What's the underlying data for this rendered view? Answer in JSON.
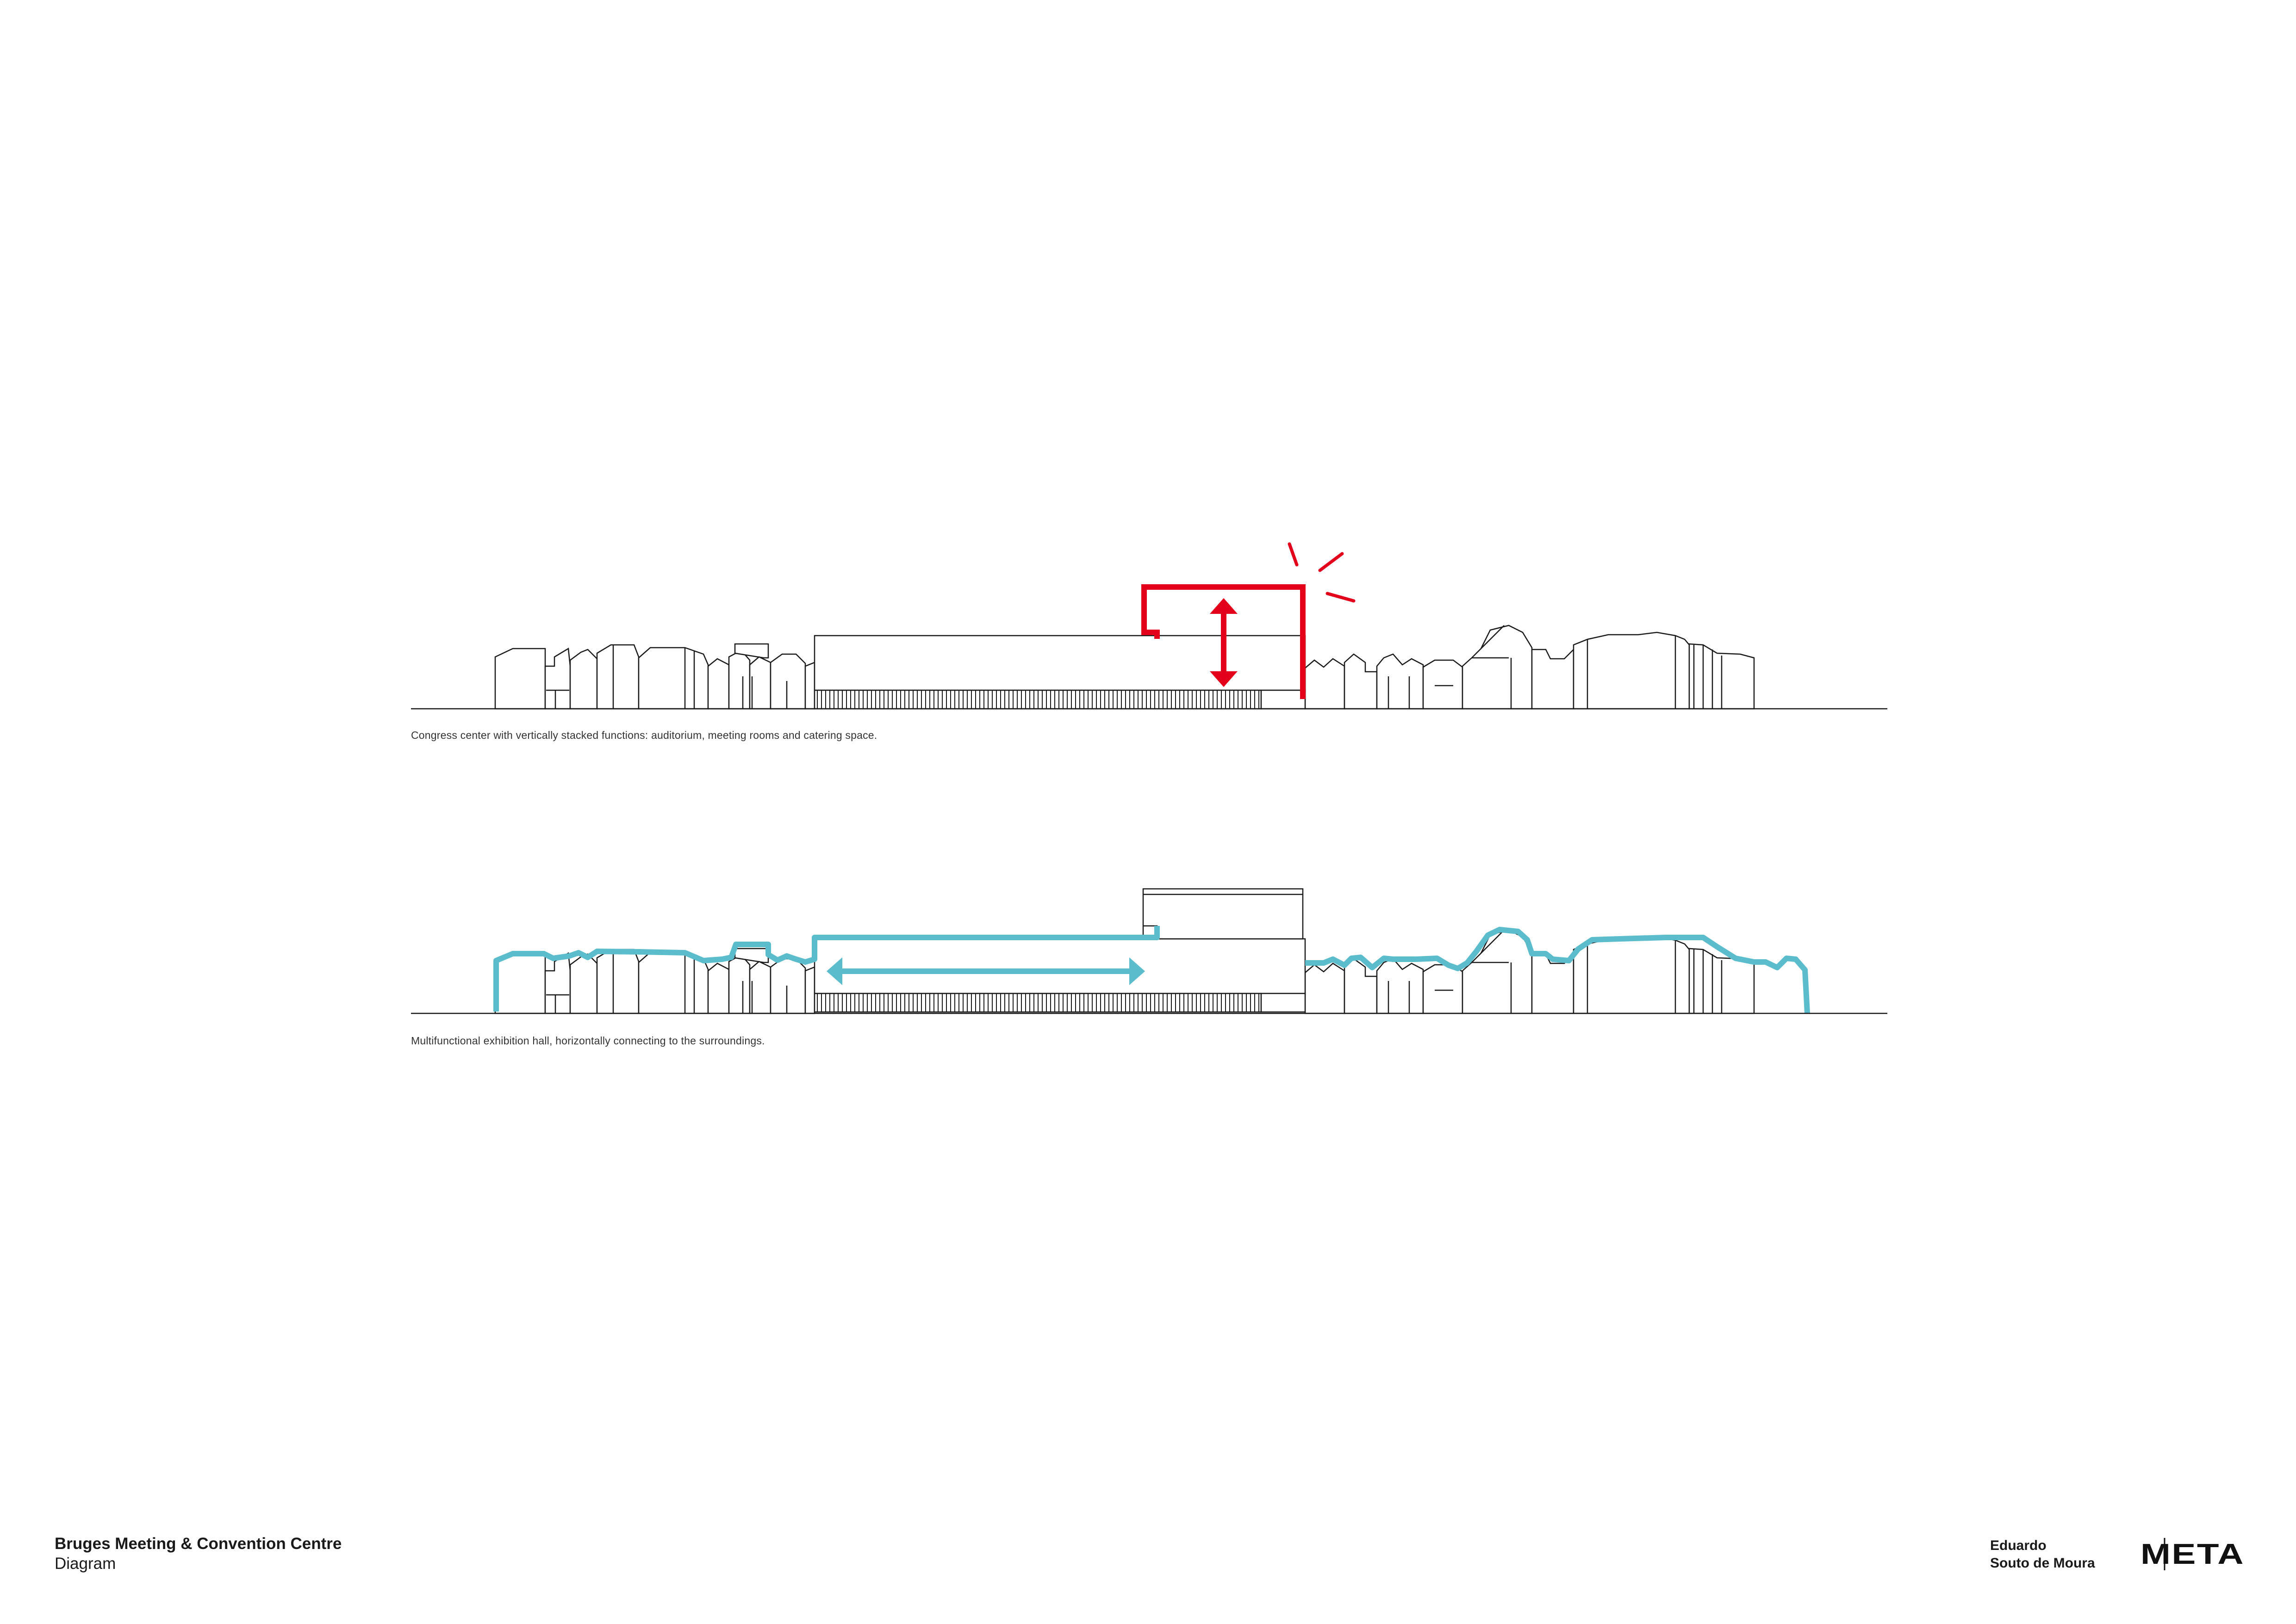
{
  "captions": {
    "top": "Congress center with vertically stacked functions: auditorium, meeting rooms and catering space.",
    "bottom": "Multifunctional exhibition hall, horizontally connecting to the surroundings."
  },
  "footer": {
    "project_title": "Bruges Meeting & Convention Centre",
    "sheet_type": "Diagram",
    "architect_line1": "Eduardo",
    "architect_line2": "Souto de Moura",
    "logo_text": "META"
  },
  "colors": {
    "outline": "#1a1a1a",
    "vertical_highlight": "#e3001b",
    "horizontal_highlight": "#5bbccc"
  },
  "icons": {
    "vertical_arrow": "double-arrow-vertical-icon",
    "horizontal_arrow": "double-arrow-horizontal-icon",
    "burst": "burst-lines-icon"
  }
}
